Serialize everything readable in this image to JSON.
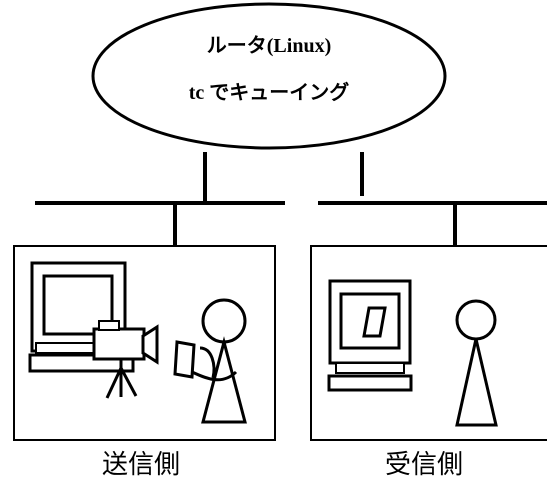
{
  "router": {
    "line1": "ルータ(Linux)",
    "line2": "tc でキューイング"
  },
  "sender": {
    "caption": "送信側"
  },
  "receiver": {
    "caption": "受信側"
  },
  "colors": {
    "stroke": "#000000",
    "background": "#ffffff"
  }
}
